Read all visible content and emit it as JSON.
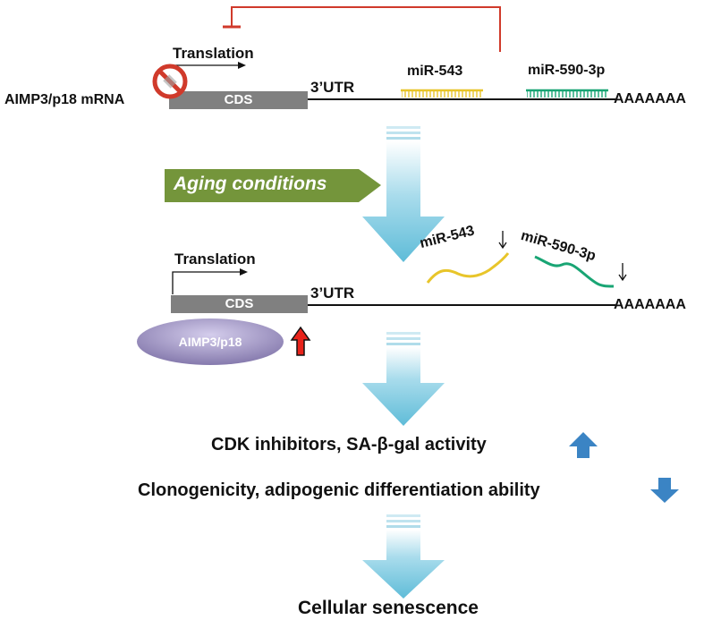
{
  "top": {
    "mrna_label": "AIMP3/p18 mRNA",
    "translation": "Translation",
    "cds": "CDS",
    "utr": "3’UTR",
    "mir543": "miR-543",
    "mir590": "miR-590-3p",
    "polya": "AAAAAAA"
  },
  "aging": {
    "label": "Aging conditions"
  },
  "middle": {
    "translation": "Translation",
    "cds": "CDS",
    "utr": "3’UTR",
    "polya": "AAAAAAA",
    "mir543": "miR-543",
    "mir590": "miR-590-3p",
    "protein": "AIMP3/p18"
  },
  "outcomes": {
    "up_text": "CDK inhibitors, SA-β-gal activity",
    "down_text": "Clonogenicity, adipogenic differentiation ability",
    "final": "Cellular senescence"
  },
  "colors": {
    "inhibition": "#d03a2b",
    "aging_arrow": "#74953b",
    "mir543": "#e8c52a",
    "mir590": "#19a574",
    "protein": "#8f84b5",
    "up_arrow_red": "#e8231b",
    "blue_arrow": "#3b84c4",
    "flow_arrow": "#68c3dd"
  },
  "icons": [
    "no-symbol-icon",
    "translation-arrow-icon",
    "down-arrow-icon",
    "up-arrow-icon"
  ]
}
